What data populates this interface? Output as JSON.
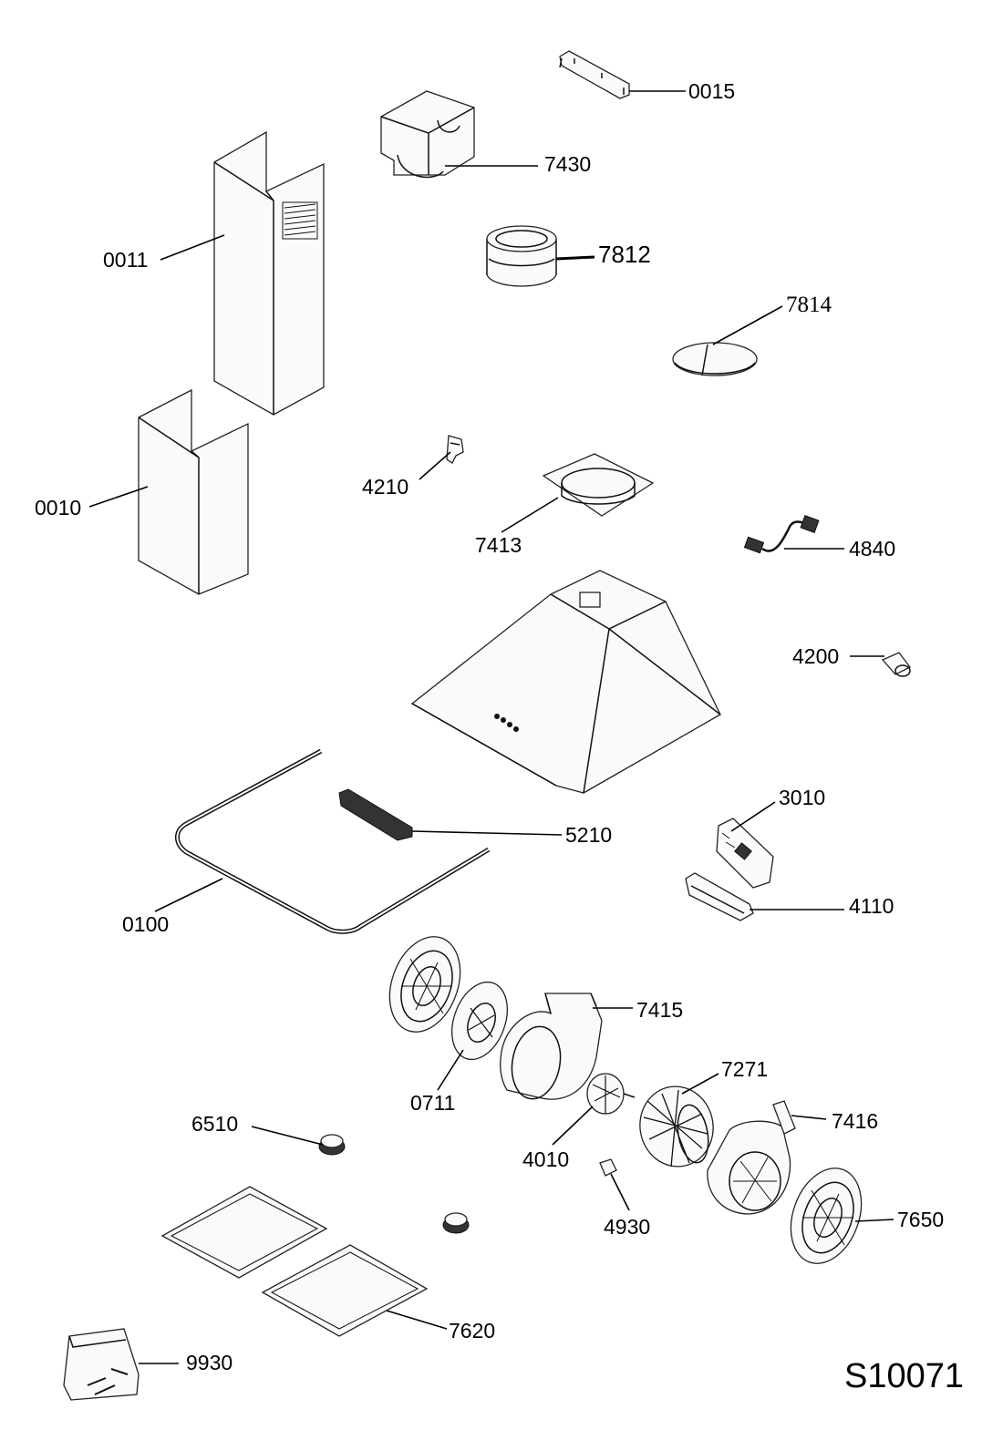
{
  "diagram_id": "S10071",
  "parts": [
    {
      "key": "p0015",
      "label": "0015"
    },
    {
      "key": "p7430",
      "label": "7430"
    },
    {
      "key": "p0011",
      "label": "0011"
    },
    {
      "key": "p7812",
      "label": "7812"
    },
    {
      "key": "p7814",
      "label": "7814"
    },
    {
      "key": "p4210",
      "label": "4210"
    },
    {
      "key": "p0010",
      "label": "0010"
    },
    {
      "key": "p7413",
      "label": "7413"
    },
    {
      "key": "p4840",
      "label": "4840"
    },
    {
      "key": "p4200",
      "label": "4200"
    },
    {
      "key": "p5210",
      "label": "5210"
    },
    {
      "key": "p3010",
      "label": "3010"
    },
    {
      "key": "p4110",
      "label": "4110"
    },
    {
      "key": "p0100",
      "label": "0100"
    },
    {
      "key": "p7415",
      "label": "7415"
    },
    {
      "key": "p7271",
      "label": "7271"
    },
    {
      "key": "p0711",
      "label": "0711"
    },
    {
      "key": "p7416",
      "label": "7416"
    },
    {
      "key": "p6510",
      "label": "6510"
    },
    {
      "key": "p4010",
      "label": "4010"
    },
    {
      "key": "p7650",
      "label": "7650"
    },
    {
      "key": "p4930",
      "label": "4930"
    },
    {
      "key": "p7620",
      "label": "7620"
    },
    {
      "key": "p9930",
      "label": "9930"
    }
  ]
}
